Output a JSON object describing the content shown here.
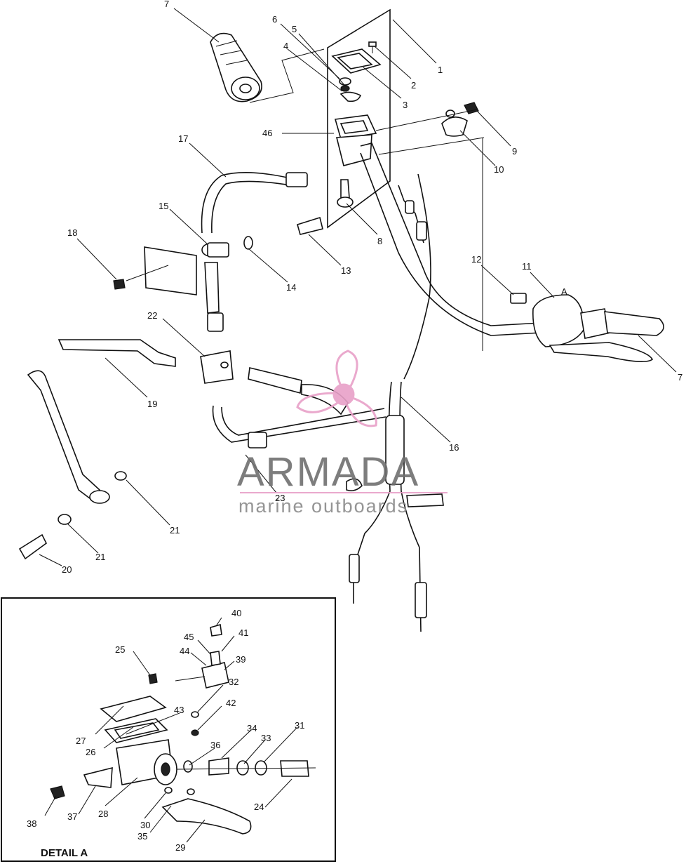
{
  "detail": {
    "label": "DETAIL A",
    "marker": "A"
  },
  "watermark": {
    "brand": "ARMADA",
    "tagline": "marine outboards",
    "color": "#e8a0c8"
  },
  "callouts": [
    {
      "id": "c1",
      "text": "1"
    },
    {
      "id": "c2",
      "text": "2"
    },
    {
      "id": "c3",
      "text": "3"
    },
    {
      "id": "c4",
      "text": "4"
    },
    {
      "id": "c5",
      "text": "5"
    },
    {
      "id": "c6",
      "text": "6"
    },
    {
      "id": "c7a",
      "text": "7"
    },
    {
      "id": "c7b",
      "text": "7"
    },
    {
      "id": "c8",
      "text": "8"
    },
    {
      "id": "c9",
      "text": "9"
    },
    {
      "id": "c10",
      "text": "10"
    },
    {
      "id": "c11",
      "text": "11"
    },
    {
      "id": "c12",
      "text": "12"
    },
    {
      "id": "c13",
      "text": "13"
    },
    {
      "id": "c14",
      "text": "14"
    },
    {
      "id": "c15",
      "text": "15"
    },
    {
      "id": "c16",
      "text": "16"
    },
    {
      "id": "c17",
      "text": "17"
    },
    {
      "id": "c18",
      "text": "18"
    },
    {
      "id": "c19",
      "text": "19"
    },
    {
      "id": "c20",
      "text": "20"
    },
    {
      "id": "c21a",
      "text": "21"
    },
    {
      "id": "c21b",
      "text": "21"
    },
    {
      "id": "c22",
      "text": "22"
    },
    {
      "id": "c23",
      "text": "23"
    },
    {
      "id": "c24",
      "text": "24"
    },
    {
      "id": "c25",
      "text": "25"
    },
    {
      "id": "c26",
      "text": "26"
    },
    {
      "id": "c27",
      "text": "27"
    },
    {
      "id": "c28",
      "text": "28"
    },
    {
      "id": "c29",
      "text": "29"
    },
    {
      "id": "c30",
      "text": "30"
    },
    {
      "id": "c31",
      "text": "31"
    },
    {
      "id": "c32",
      "text": "32"
    },
    {
      "id": "c33",
      "text": "33"
    },
    {
      "id": "c34",
      "text": "34"
    },
    {
      "id": "c35",
      "text": "35"
    },
    {
      "id": "c36",
      "text": "36"
    },
    {
      "id": "c37",
      "text": "37"
    },
    {
      "id": "c38",
      "text": "38"
    },
    {
      "id": "c39",
      "text": "39"
    },
    {
      "id": "c40",
      "text": "40"
    },
    {
      "id": "c41",
      "text": "41"
    },
    {
      "id": "c42",
      "text": "42"
    },
    {
      "id": "c43",
      "text": "43"
    },
    {
      "id": "c44",
      "text": "44"
    },
    {
      "id": "c45",
      "text": "45"
    },
    {
      "id": "c46",
      "text": "46"
    }
  ]
}
